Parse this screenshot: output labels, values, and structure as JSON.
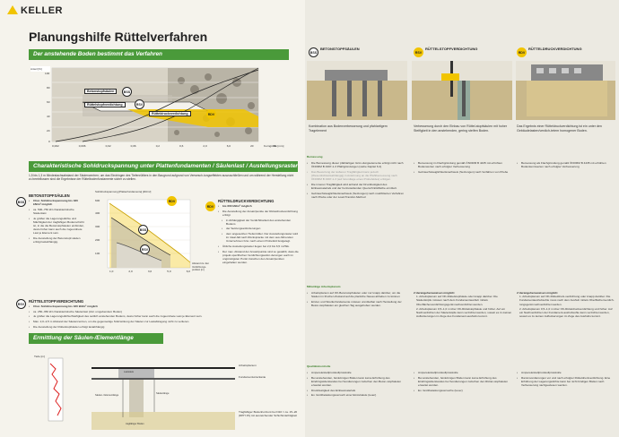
{
  "logo": "KELLER",
  "title": "Planungshilfe Rüttelverfahren",
  "band1": "Der anstehende Boden bestimmt das Verfahren",
  "band2": "Charakteristische Sohldruckspannung unter Plattenfundamenten / Säulenlast / Austellungsraster",
  "band3": "Ermittlung der Säulen-/Elementlänge",
  "soilchart": {
    "ylabel": "Anteil [%]",
    "yticks": [
      "100",
      "80",
      "60",
      "40",
      "20",
      "0"
    ],
    "xticks": [
      "0,002",
      "0,006",
      "0,02",
      "0,06",
      "0,2",
      "0,6",
      "2,0",
      "6,0",
      "20",
      "60"
    ],
    "xlabel": "Korngröße [mm]",
    "labels": [
      "Betonstopfsäulen",
      "Rüttelstopfverdichtung",
      "Rütteldruckverdichtung"
    ],
    "badges": [
      "BSS",
      "RSV",
      "RDV"
    ]
  },
  "intro": "1,5 bis 1,3 m Mindestachsabstand der Säulencentren; um das Eindringen des Tiefenrüttlers in den Baugrund aufgrund von Verwesch-tungseffekten auszuschließen und um während der Herstellung nicht zu beeinflussen sind die Ergebnisse der Rüttelbodenfundamente sicher zu stellen.",
  "bss": {
    "badge": "BSS",
    "title": "BETONSTOPFSÄULEN",
    "items": [
      "Char. Sohldruckspannung bis 330 kN/m² möglich",
      "ca. 500–750 kN charakteristische Säulenlast",
      "Je größer die Lagerungsdichte und Mächtigkeit der tragfähigen Bodenschicht ist, in die die Betonstopfsäulen einbinden, desto höher kann auch die zugeordnete Last je Element sein.",
      "Die Ausstellung der Betonstopf-säulen erfolgt lastabhängig."
    ]
  },
  "rsv": {
    "badge": "RSV",
    "title": "RÜTTELSTOPFVERDICHTUNG",
    "items": [
      "Char. Sohldruckspannung bis 180 kN/m² möglich",
      "ca. 250–350 kN charakteristische Säulenlast (inkl. umgebendem Boden)",
      "Je größer die Lagerungsdichte/Steifigkeit des seitlich anstehenden Bodens, desto höher kann auch die zugeordnete Last je Element sein.",
      "Max. 2,0–2,5 m Abstand der Säulenzentren, um die gegenseitige Stützwirkung der Säulen zur Lastabtragung nicht zu verlieren.",
      "Die Ausstellung der Rüttelstopfsäulen erfolgt lastabhängig"
    ]
  },
  "rdv": {
    "badge": "RDV",
    "title": "RÜTTELDRUCKVERDICHTUNG",
    "items": [
      "bis 600 kN/m² möglich",
      "Die Ausstellung der Ansatzpunkte der Rütteldruckverdichtung erfolgt",
      "in Abhängigkeit der Verdichtbarkeit des anstehenden Bodens",
      "der Setzungsanforderungen",
      "dem angesetzten Tiefenrüttler. Der Ausstellungsraster wird im Ideal-fall nach Rückspracke mit dem aus-führenden Unternehmen bzw. nach einem Probefeld festgelegt.",
      "Übliche Austeilungsraster liegen bei 2,0 bis 6,5 m²/Stk.",
      "Der max. Abstand der Ansatzpunkte sind so gewählt, dass die projekt-spezifischen Verdichtungsanfor-derungen auch im ungünstigsten Punkt zwischen den Ansatzpunkten eingehalten werden."
    ]
  },
  "pressurechart": {
    "title": "Sohldruckspannung [Plattenfundamente] [kN/m²]",
    "yticks": [
      "600",
      "400",
      "300",
      "200",
      "100"
    ],
    "xticks": [
      "1,0",
      "2,0",
      "3,0",
      "5,0",
      "6,0"
    ],
    "xlabel": "Abstand zw. den Verdichtungs-punkten [m]",
    "badges": [
      "RDV",
      "BSS",
      "RSV"
    ]
  },
  "depth": {
    "ylabel": "Tiefe [m]",
    "labels": [
      "Arbeitsplanum",
      "Fundamentunterkante",
      "Lastsäule",
      "Säulenlänge",
      "Säulen-/ Elementlänge",
      "tragfähiger Boden"
    ],
    "note": "Tragfähiger Bodenhorizont bei N10 = ca. 15–20 (DPH 15) mit ausreichender Schichtmächtigkeit"
  },
  "columns": [
    {
      "badge": "BSS",
      "title": "BETONSTOPFSÄULEN",
      "desc": "Kombination aus Bodenverbesserung und pfahlartigem Tragelement"
    },
    {
      "badge": "RSV",
      "title": "RÜTTELSTOPFVERDICHTUNG",
      "desc": "Verbesserung durch den Einbau von Rüttel-stopfsäulen mit hoher Steifigkeit in den anstehenden, gering steifen Boden."
    },
    {
      "badge": "RDV",
      "title": "RÜTTELDRUCKVERDICHTUNG",
      "desc": "Das Ergebnis einer Rütteldruckverdichtung ist ein unter den Gebäudelasten/verdich-tetem homogener Boden."
    }
  ],
  "sections": [
    "Bemessung",
    "Mitwirkige Arbeitsplanum",
    "Qualitätskontrolle"
  ],
  "bemessung": [
    [
      "Die Bemessung dieser pfahlartigen Grün-dungselemente erfolgt nicht nach ÖNORM B 1997-1-3 Pfahlgründungen (siehe Kapitel 6.2)",
      "Das Bewertung der äußeren Tragfähigkeit kann jedoch (Wesentlichkeitsabhängig) in Anlehnung an die Pfahlbemessung nach ÖNORM B 1997-1-3 (auf Grundlage eines Probefeldes) erfolgen.",
      "Die inneren Tragfähigkeit wird anhand der Druckfestigkeit des Einbaumaterials und der herzustellenden Querschnittsfläche ermittelt.",
      "Gebrauchstauglichkeitsnachweis (Setzungen) nach modifizierten Verfahren nach Priebe oder der Load-Transfer-Method"
    ],
    [
      "Bemessung im Flachgründung gemäß ÖNORM B 4435 mit erhöhten Bodenwerten nach erfolgter Verbesserung",
      "Gebrauchstauglichkeitsnachweis (Setzungen) nach Verfahren von Priebe"
    ],
    [
      "Bemessung als Flachgründung gemäß ÖNORM B 4435 mit erhöhten Bodenkennwerten nach erfolgter Verbesserung"
    ]
  ],
  "arbeitsplanum": [
    [
      "Arbeitsplanum auf OK-Betonstopfsäulen oder nur knapp darüber, um die Säulen im frischen Zustand auf die planliche Neuau abheben zu können",
      "Einzel- und Streifenfundamente müssen unmittelbar nach Herstellung der Beton-stopfsäulen ein gleichen Tag ausgehoben werden."
    ],
    [
      "2 Herangehensweisen möglich:",
      "1. Arbeitsplanum auf OK-Rüttelstopfsäule oder knapp darüber. Die Säulenköpfe müssen nach dem Fundamentaushub mittels Oberflächenverdichtungsgerät nachverdichtet werden.",
      "2. Arbeitsplanum 0,5–1,0 m über OK-Rüttelstopfsäule und höher. Auf ein Nachverdichten der Säulenköpfe kann verzichtet werden, soweit es zu keinen Auflockerungen im Zuge des Fundament-aushubs kommt."
    ],
    [
      "2 Herangehensweisen möglich:",
      "1. Arbeitsplanum auf OK-Rütteldruck-verdichtung oder knapp darüber. Die Fundamentaushubsohle muss nach dem Aushub mittels Oberflächenverdich-tungsgerät nachverdichtet werden.",
      "2. Arbeitsplanum 0,5–1,0 m über OK-Rütteldruckverdichtung und höher. Auf ein Nachverdichten der Fundament-aushubsohle kann verzichtet werden, soweit es zu keinen Auflockerungen im Zuge des Aushubs kommt."
    ]
  ],
  "quality": [
    [
      "Ampereleistellprotokollprotokolle",
      "Bei anstehenden, feinkörnigen Böden kann keine Erhöhung des Eindringwiderstandes bei Sondierungen zwischen den Beton-stopfsäulen erwartet werden.",
      "Druckfestigkeit des Einbaumaterials",
      "Ev. Großbelastungsversuch einer Einzelsäule (teuer)"
    ],
    [
      "Ampereleistellprotokollprotokolle",
      "Bei anstehenden, feinkörnigen Böden kann keine Erhöhung des Eindringwiderstandes bei Sondierungen zwischen den Rüttel-stopfsäulen erwartet werden.",
      "Ev. Großbelastungsversuche (teuer)"
    ],
    [
      "Ampereleistellprotokollprotokolle",
      "Rammsondierungen vor und nach erfolgter Rütteldruckverdichtung. Eine Erhöhung der Lagerungsdichte kann bei nicht bindigen Böden nach Verbesserung nachgewiesen werden."
    ]
  ]
}
